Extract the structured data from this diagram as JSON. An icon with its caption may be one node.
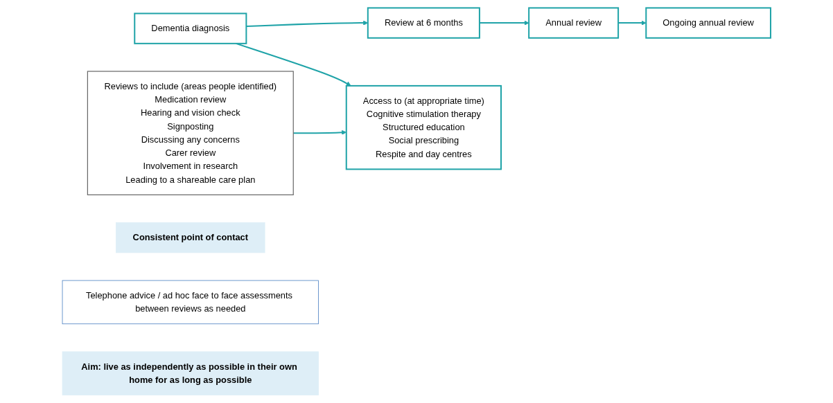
{
  "diagram": {
    "nodes": [
      {
        "text": [
          "Consistent point of contact"
        ]
      },
      {
        "text": [
          "Dementia diagnosis"
        ]
      },
      {
        "text": [
          "Review at 6 months"
        ]
      },
      {
        "text": [
          "Annual review"
        ]
      },
      {
        "text": [
          "Ongoing annual review"
        ]
      },
      {
        "text": [
          "Telephone advice / ad hoc face to face assessments between reviews as needed"
        ]
      },
      {
        "text": [
          "Reviews to include (areas people identified)",
          "Medication review",
          "Hearing and vision check",
          "Signposting",
          "Discussing any concerns",
          "Carer review",
          "Involvement in research",
          "Leading to a shareable care plan"
        ]
      },
      {
        "text": [
          "Access to (at appropriate time)",
          "Cognitive stimulation therapy",
          "Structured education",
          "Social prescribing",
          "Respite and day centres"
        ]
      },
      {
        "text": [
          "Aim: live as independently as possible in their own home for as long as possible"
        ]
      }
    ],
    "edges": [
      {
        "from": 1,
        "to": 2,
        "arrow": "to"
      },
      {
        "from": 2,
        "to": 3,
        "arrow": "to"
      },
      {
        "from": 3,
        "to": 4,
        "arrow": "to"
      },
      {
        "from": 1,
        "to": 7,
        "arrow": "to"
      },
      {
        "from": 6,
        "to": 7,
        "arrow": "to"
      }
    ]
  }
}
